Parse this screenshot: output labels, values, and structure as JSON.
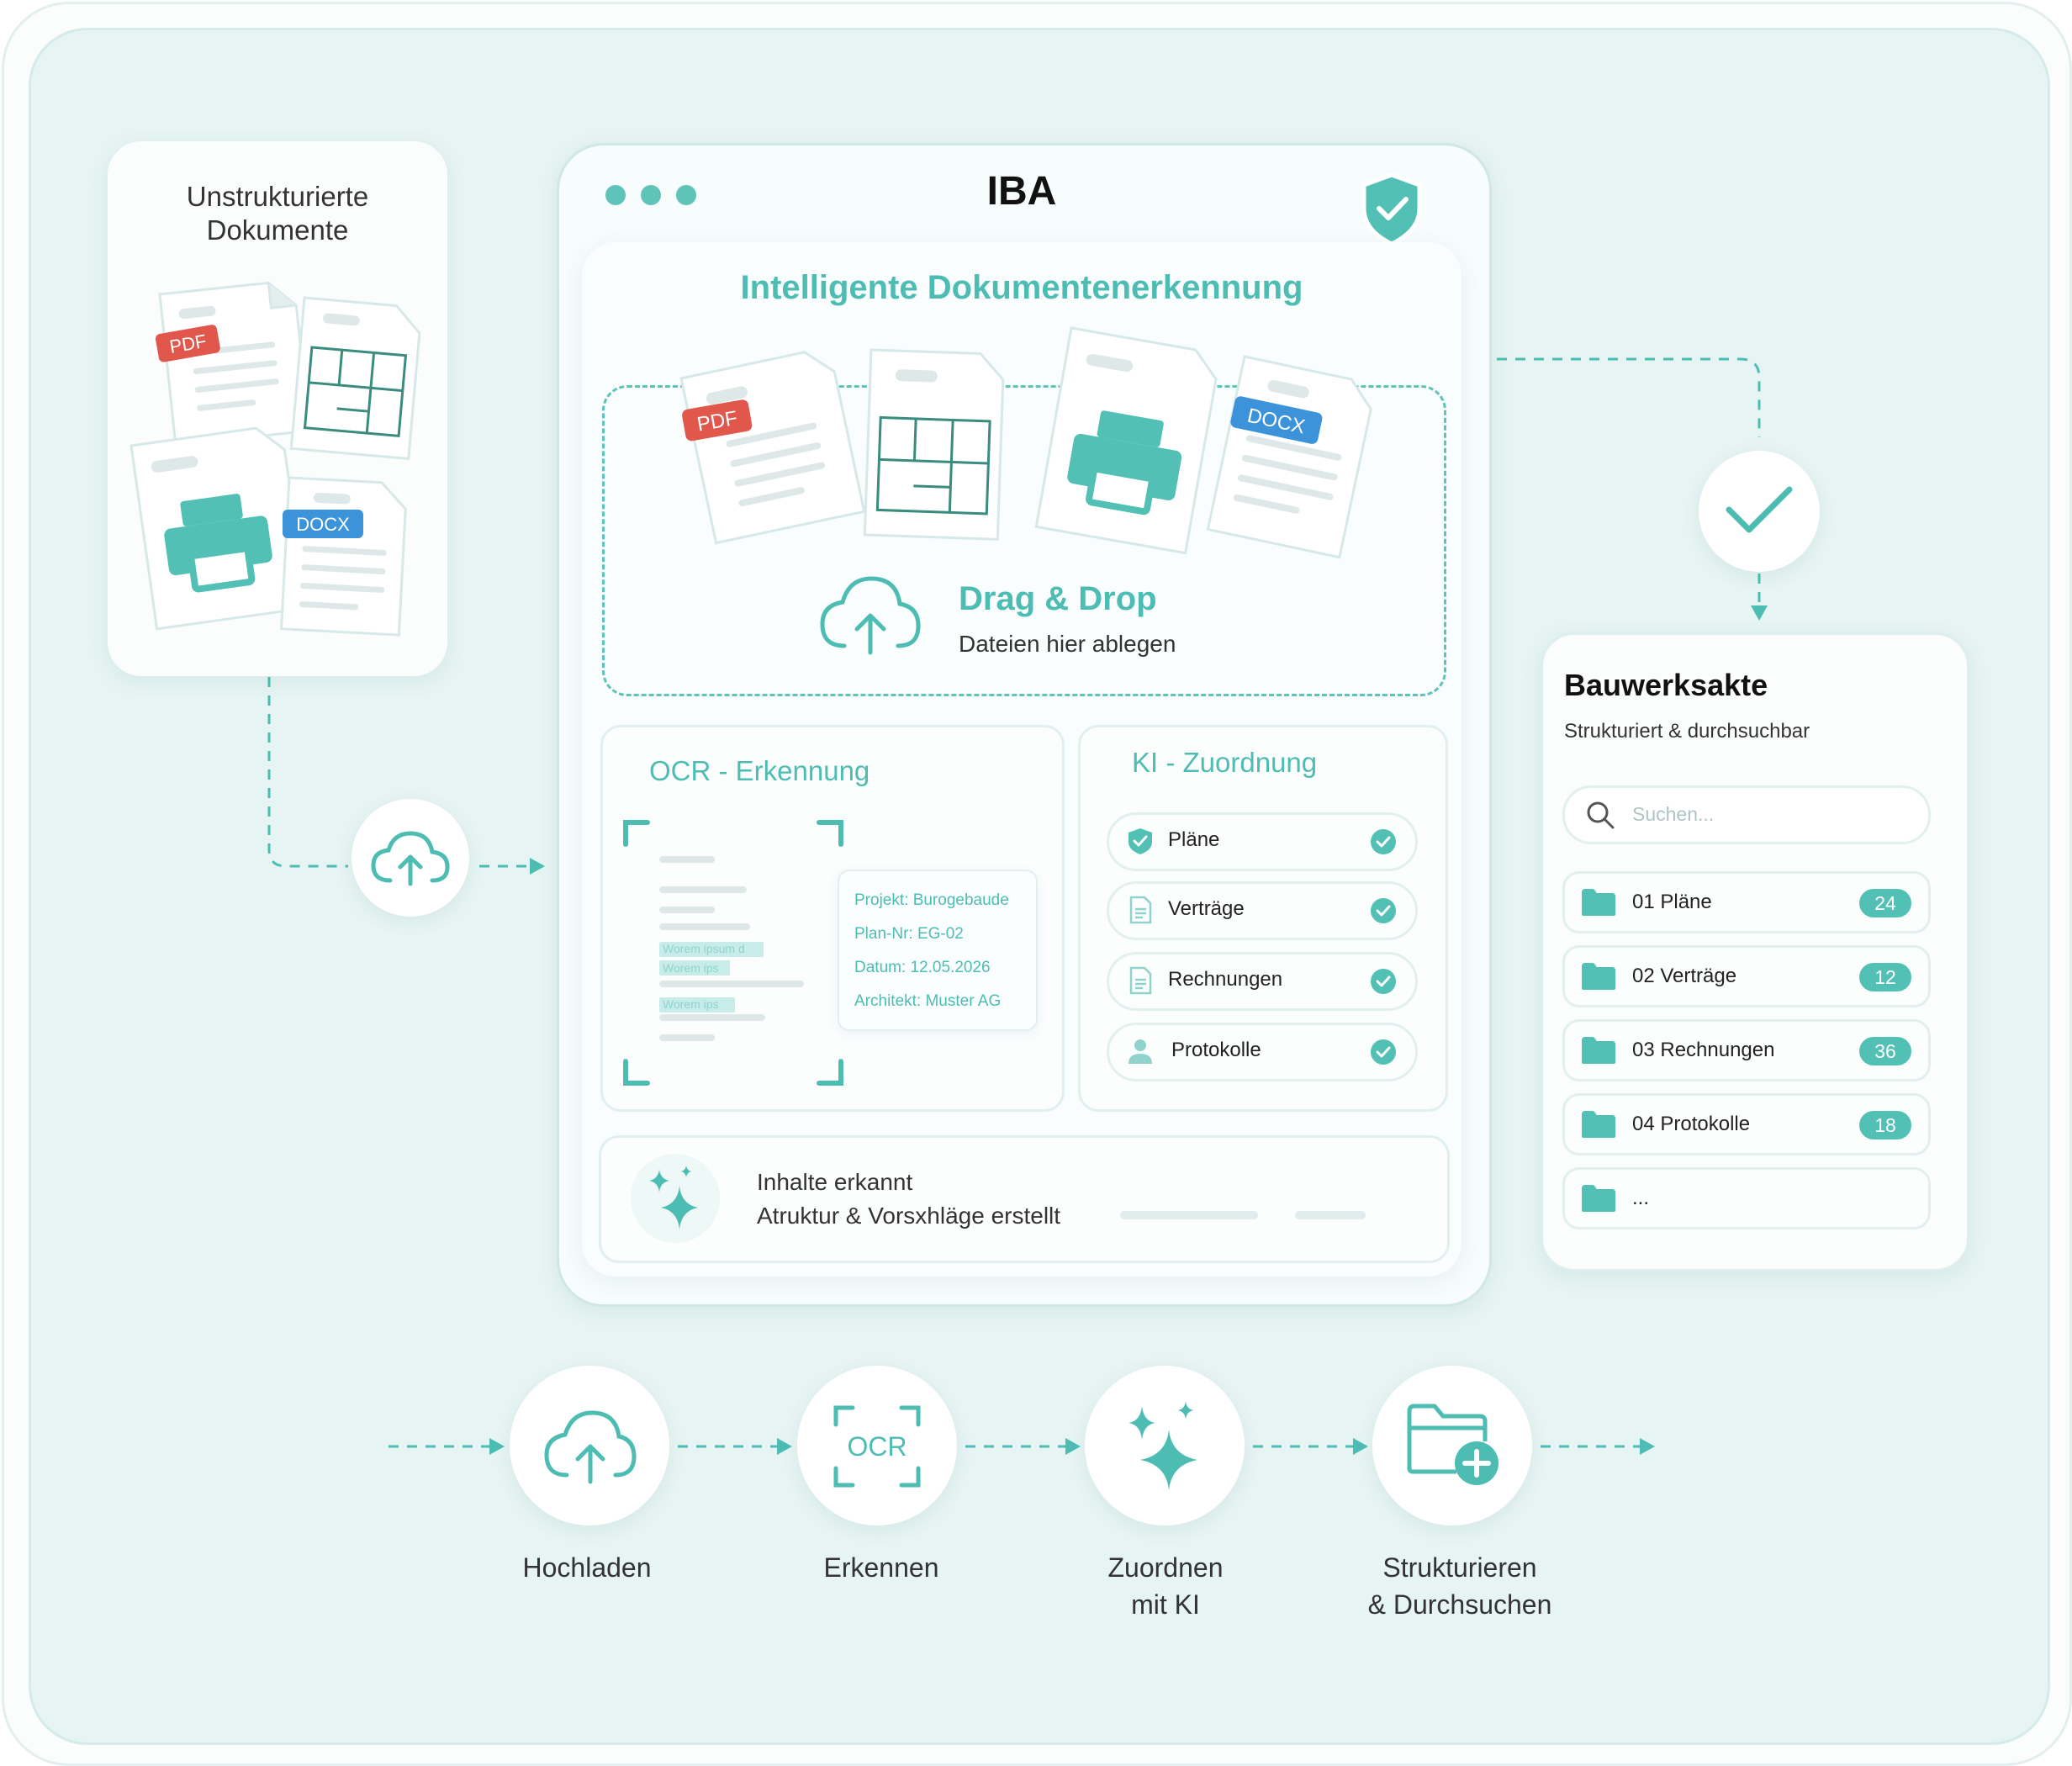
{
  "left_card": {
    "title_line1": "Unstrukturierte",
    "title_line2": "Dokumente"
  },
  "app": {
    "title": "IBA",
    "heading": "Intelligente Dokumentenerkennung",
    "drop_title": "Drag & Drop",
    "drop_subtitle": "Dateien hier ablegen"
  },
  "doc_badges": {
    "pdf": "PDF",
    "docx": "DOCX"
  },
  "ocr": {
    "title": "OCR - Erkennung",
    "highlights": [
      "Worem ipsum d",
      "Worem ips",
      "Worem ips"
    ],
    "fields": [
      "Projekt: Burogebaude",
      "Plan-Nr: EG-02",
      "Datum: 12.05.2026",
      "Architekt: Muster AG"
    ]
  },
  "ki": {
    "title": "KI - Zuordnung",
    "items": [
      {
        "label": "Pläne",
        "icon": "shield-icon"
      },
      {
        "label": "Verträge",
        "icon": "document-icon"
      },
      {
        "label": "Rechnungen",
        "icon": "document-icon"
      },
      {
        "label": "Protokolle",
        "icon": "person-icon"
      }
    ]
  },
  "status": {
    "line1": "Inhalte erkannt",
    "line2": "Atruktur & Vorsxhläge erstellt"
  },
  "archive": {
    "title": "Bauwerksakte",
    "subtitle": "Strukturiert & durchsuchbar",
    "search_placeholder": "Suchen...",
    "folders": [
      {
        "label": "01 Pläne",
        "count": "24"
      },
      {
        "label": "02 Verträge",
        "count": "12"
      },
      {
        "label": "03 Rechnungen",
        "count": "36"
      },
      {
        "label": "04 Protokolle",
        "count": "18"
      },
      {
        "label": "...",
        "count": ""
      }
    ]
  },
  "steps": [
    {
      "line1": "Hochladen",
      "line2": "",
      "icon": "cloud-upload-icon"
    },
    {
      "line1": "Erkennen",
      "line2": "",
      "icon": "ocr-icon",
      "icon_text": "OCR"
    },
    {
      "line1": "Zuordnen",
      "line2": "mit KI",
      "icon": "sparkle-icon"
    },
    {
      "line1": "Strukturieren",
      "line2": "& Durchsuchen",
      "icon": "folder-add-icon"
    }
  ],
  "colors": {
    "teal": "#4dbdb3",
    "background": "#e6f4f3",
    "pdf_red": "#e2574c",
    "docx_blue": "#3d93d9"
  }
}
